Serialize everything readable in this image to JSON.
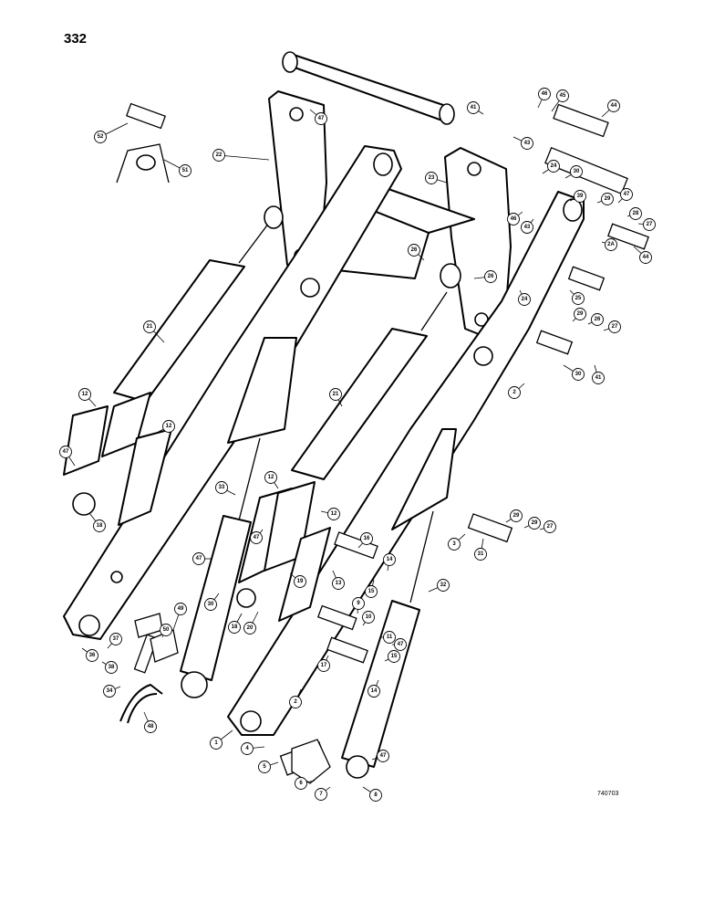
{
  "page_number": "332",
  "drawing_ref": "740703",
  "callouts": [
    {
      "label": "52"
    },
    {
      "label": "51"
    },
    {
      "label": "22"
    },
    {
      "label": "47"
    },
    {
      "label": "41"
    },
    {
      "label": "46"
    },
    {
      "label": "45"
    },
    {
      "label": "44"
    },
    {
      "label": "43"
    },
    {
      "label": "23"
    },
    {
      "label": "24"
    },
    {
      "label": "30"
    },
    {
      "label": "39"
    },
    {
      "label": "29"
    },
    {
      "label": "47"
    },
    {
      "label": "28"
    },
    {
      "label": "27"
    },
    {
      "label": "46"
    },
    {
      "label": "43"
    },
    {
      "label": "26"
    },
    {
      "label": "2A"
    },
    {
      "label": "44"
    },
    {
      "label": "26"
    },
    {
      "label": "25"
    },
    {
      "label": "24"
    },
    {
      "label": "29"
    },
    {
      "label": "26"
    },
    {
      "label": "27"
    },
    {
      "label": "30"
    },
    {
      "label": "41"
    },
    {
      "label": "2"
    },
    {
      "label": "21"
    },
    {
      "label": "21"
    },
    {
      "label": "12"
    },
    {
      "label": "12"
    },
    {
      "label": "47"
    },
    {
      "label": "18"
    },
    {
      "label": "33"
    },
    {
      "label": "12"
    },
    {
      "label": "12"
    },
    {
      "label": "47"
    },
    {
      "label": "47"
    },
    {
      "label": "19"
    },
    {
      "label": "30"
    },
    {
      "label": "16"
    },
    {
      "label": "13"
    },
    {
      "label": "14"
    },
    {
      "label": "15"
    },
    {
      "label": "29"
    },
    {
      "label": "29"
    },
    {
      "label": "27"
    },
    {
      "label": "3"
    },
    {
      "label": "31"
    },
    {
      "label": "32"
    },
    {
      "label": "49"
    },
    {
      "label": "50"
    },
    {
      "label": "37"
    },
    {
      "label": "36"
    },
    {
      "label": "38"
    },
    {
      "label": "34"
    },
    {
      "label": "48"
    },
    {
      "label": "18"
    },
    {
      "label": "20"
    },
    {
      "label": "9"
    },
    {
      "label": "10"
    },
    {
      "label": "11"
    },
    {
      "label": "47"
    },
    {
      "label": "17"
    },
    {
      "label": "15"
    },
    {
      "label": "14"
    },
    {
      "label": "2"
    },
    {
      "label": "1"
    },
    {
      "label": "4"
    },
    {
      "label": "5"
    },
    {
      "label": "6"
    },
    {
      "label": "7"
    },
    {
      "label": "8"
    },
    {
      "label": "47"
    }
  ]
}
